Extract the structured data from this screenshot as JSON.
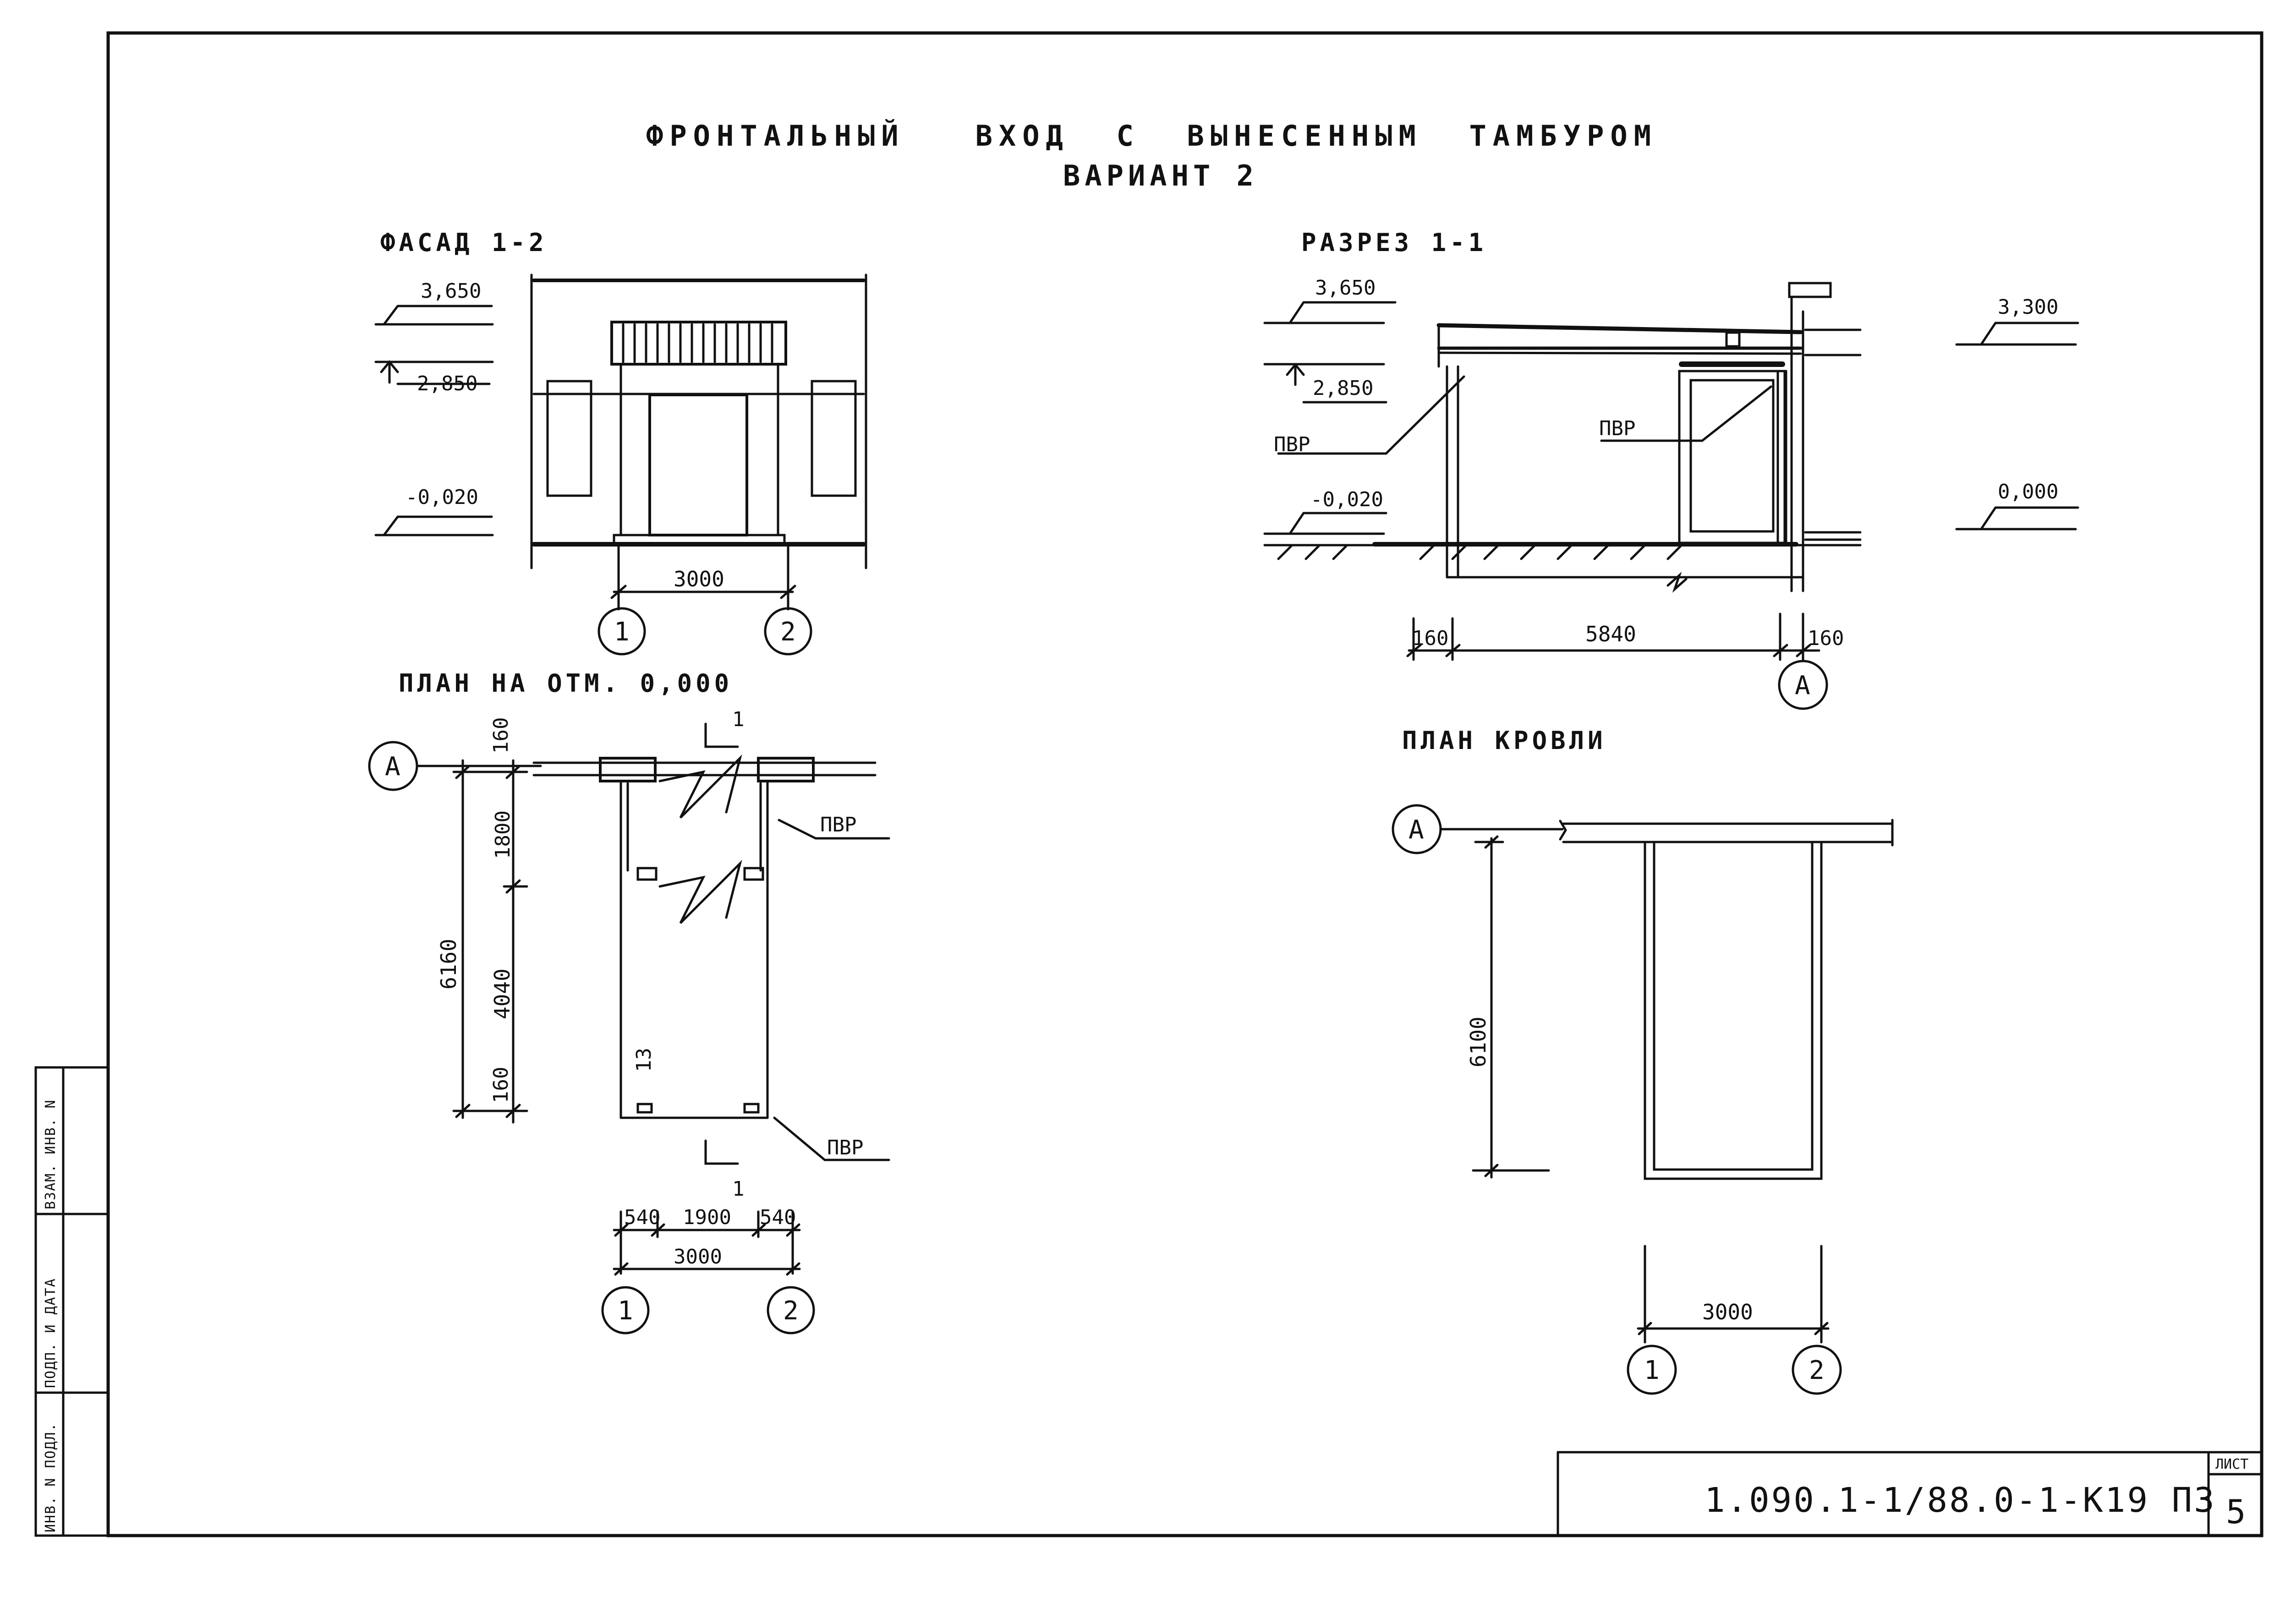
{
  "title": "ФРОНТАЛЬНЫЙ   ВХОД  С  ВЫНЕСЕННЫМ  ТАМБУРОМ",
  "variant": "ВАРИАНТ 2",
  "facade": {
    "label": "ФАСАД 1-2",
    "levels": [
      "3,650",
      "2,850",
      "-0,020"
    ],
    "dim": "3000",
    "axes": [
      "1",
      "2"
    ]
  },
  "section": {
    "label": "РАЗРЕЗ 1-1",
    "levels_left": [
      "3,650",
      "2,850",
      "-0,020"
    ],
    "levels_right": [
      "3,300",
      "0,000"
    ],
    "callouts": [
      "ПВР",
      "ПВР"
    ],
    "dims": [
      "160",
      "5840",
      "160"
    ],
    "axis": "А"
  },
  "plan": {
    "label": "ПЛАН НА ОТМ. 0,000",
    "axis": "А",
    "section_marks": [
      "1",
      "1"
    ],
    "dims_vertical": [
      "160",
      "1800",
      "6160",
      "4040",
      "160"
    ],
    "inner_mark": "13",
    "callouts": [
      "ПВР",
      "ПВР"
    ],
    "dims_bottom": [
      "540",
      "1900",
      "540",
      "3000"
    ],
    "axes": [
      "1",
      "2"
    ]
  },
  "roof": {
    "label": "ПЛАН КРОВЛИ",
    "axis": "А",
    "dim_vertical": "6100",
    "dim_bottom": "3000",
    "axes": [
      "1",
      "2"
    ]
  },
  "sidebar": [
    "ИНВ. N ПОДЛ.",
    "ПОДП. И ДАТА",
    "ВЗАМ. ИНВ. N"
  ],
  "title_block": {
    "code": "1.090.1-1/88.0-1-К19 ПЗ",
    "sheet_label": "ЛИСТ",
    "sheet_number": "5"
  }
}
